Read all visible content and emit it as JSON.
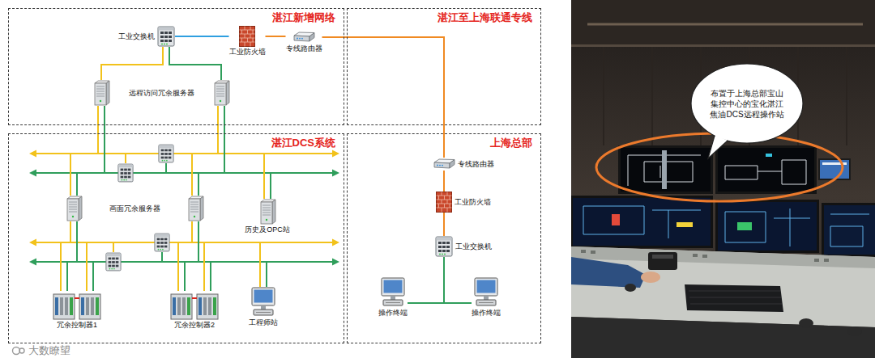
{
  "diagram": {
    "nodes": [
      {
        "text": [
          "湛江新增网络"
        ]
      },
      {
        "text": [
          "工业交换机"
        ],
        "in": 0
      },
      {
        "text": [
          "工业防火墙"
        ],
        "in": 0
      },
      {
        "text": [
          "专线路由器"
        ],
        "in": 0
      },
      {
        "text": [
          "远程访问冗余服务器"
        ],
        "in": 0
      },
      {
        "text": [
          "湛江至上海联通专线"
        ]
      },
      {
        "text": [
          "湛江DCS系统"
        ]
      },
      {
        "text": [
          "画面冗余服务器"
        ],
        "in": 6
      },
      {
        "text": [
          "历史及OPC站"
        ],
        "in": 6
      },
      {
        "text": [
          "冗余控制器1"
        ],
        "in": 6
      },
      {
        "text": [
          "冗余控制器2"
        ],
        "in": 6
      },
      {
        "text": [
          "工程师站"
        ],
        "in": 6
      },
      {
        "text": [
          "上海总部"
        ]
      },
      {
        "text": [
          "专线路由器"
        ],
        "in": 12
      },
      {
        "text": [
          "工业防火墙"
        ],
        "in": 12
      },
      {
        "text": [
          "工业交换机"
        ],
        "in": 12
      },
      {
        "text": [
          "操作终端"
        ],
        "in": 12
      },
      {
        "text": [
          "操作终端"
        ],
        "in": 12
      },
      {
        "text": [
          "布置于上海总部宝山集控中心的宝化湛江焦油DCS远程操作站"
        ]
      }
    ],
    "edges": [
      {
        "from": 1,
        "to": 2,
        "arrow": "none"
      },
      {
        "from": 2,
        "to": 3,
        "arrow": "none"
      },
      {
        "from": 1,
        "to": 4,
        "arrow": "none"
      },
      {
        "from": 3,
        "to": 13,
        "arrow": "none"
      },
      {
        "from": 13,
        "to": 14,
        "arrow": "none"
      },
      {
        "from": 14,
        "to": 15,
        "arrow": "none"
      },
      {
        "from": 15,
        "to": 16,
        "arrow": "none"
      },
      {
        "from": 15,
        "to": 17,
        "arrow": "none"
      }
    ],
    "labels": [
      "大数瞭望"
    ]
  }
}
